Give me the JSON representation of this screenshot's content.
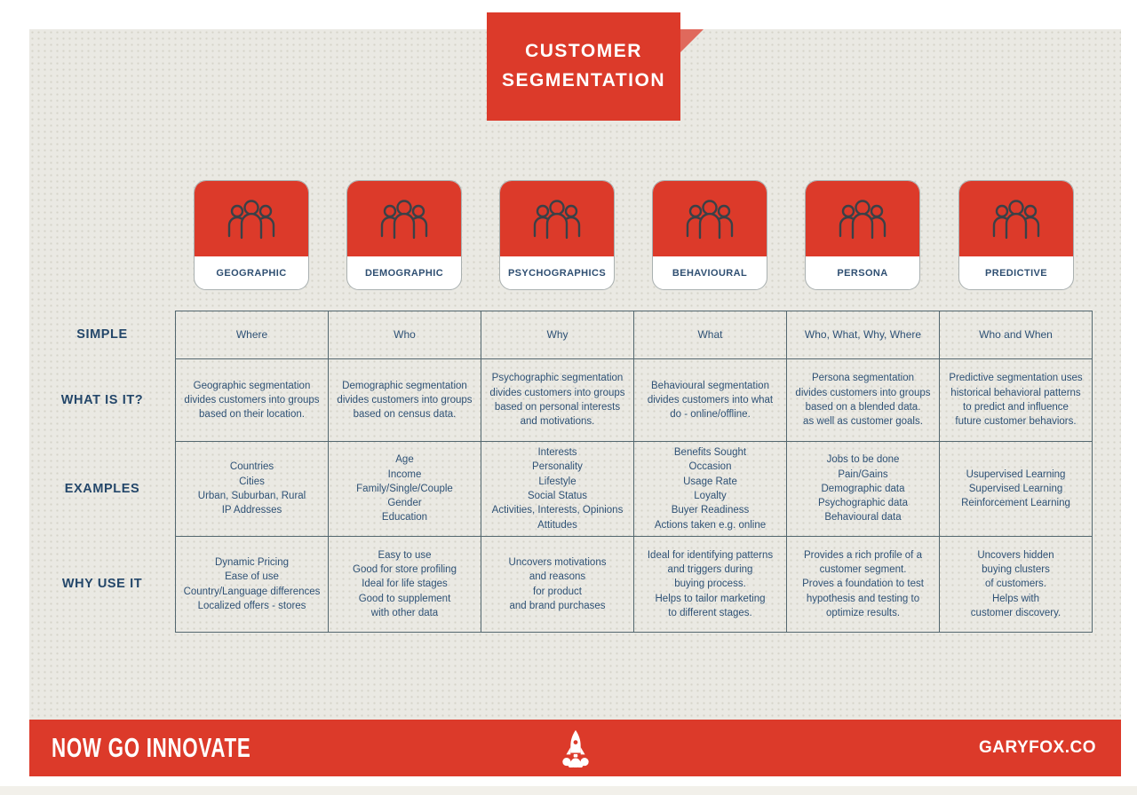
{
  "title": {
    "lines": [
      "CUSTOMER",
      "SEGMENTATION"
    ]
  },
  "row_labels": {
    "simple": "SIMPLE",
    "what": "WHAT IS IT?",
    "examples": "EXAMPLES",
    "why": "WHY USE IT"
  },
  "columns": [
    {
      "label": "GEOGRAPHIC",
      "icon": "people-group-icon",
      "simple": "Where",
      "what": [
        "Geographic segmentation",
        "divides customers into groups",
        "based on their location."
      ],
      "examples": [
        "Countries",
        "Cities",
        "Urban, Suburban, Rural",
        "IP Addresses"
      ],
      "why": [
        "Dynamic Pricing",
        "Ease of use",
        "Country/Language differences",
        "Localized offers - stores"
      ]
    },
    {
      "label": "DEMOGRAPHIC",
      "icon": "people-group-icon",
      "simple": "Who",
      "what": [
        "Demographic segmentation",
        "divides customers into groups",
        "based on census data."
      ],
      "examples": [
        "Age",
        "Income",
        "Family/Single/Couple",
        "Gender",
        "Education"
      ],
      "why": [
        "Easy to use",
        "Good for store profiling",
        "Ideal for life stages",
        "Good to supplement",
        "with other data"
      ]
    },
    {
      "label": "PSYCHOGRAPHICS",
      "icon": "people-group-icon",
      "simple": "Why",
      "what": [
        "Psychographic segmentation",
        "divides customers into groups",
        "based on personal interests",
        "and motivations."
      ],
      "examples": [
        "Interests",
        "Personality",
        "Lifestyle",
        "Social Status",
        "Activities, Interests, Opinions",
        "Attitudes"
      ],
      "why": [
        "Uncovers motivations",
        "and reasons",
        "for product",
        "and brand purchases"
      ]
    },
    {
      "label": "BEHAVIOURAL",
      "icon": "people-group-icon",
      "simple": "What",
      "what": [
        "Behavioural segmentation",
        "divides customers into what",
        "do - online/offline."
      ],
      "examples": [
        "Benefits Sought",
        "Occasion",
        "Usage Rate",
        "Loyalty",
        "Buyer Readiness",
        "Actions taken e.g. online"
      ],
      "why": [
        "Ideal for identifying patterns",
        "and triggers during",
        "buying process.",
        "Helps to tailor marketing",
        "to different stages."
      ]
    },
    {
      "label": "PERSONA",
      "icon": "people-group-icon",
      "simple": "Who, What, Why, Where",
      "what": [
        "Persona segmentation",
        "divides customers into groups",
        "based on a blended data.",
        "as well as customer goals."
      ],
      "examples": [
        "Jobs to be done",
        "Pain/Gains",
        "Demographic data",
        "Psychographic data",
        "Behavioural data"
      ],
      "why": [
        "Provides a rich profile of a",
        "customer segment.",
        "Proves a foundation to test",
        "hypothesis and testing to",
        "optimize results."
      ]
    },
    {
      "label": "PREDICTIVE",
      "icon": "people-group-icon",
      "simple": "Who and When",
      "what": [
        "Predictive segmentation uses",
        "historical behavioral patterns",
        "to predict and influence",
        "future customer behaviors."
      ],
      "examples": [
        "Usupervised Learning",
        "Supervised Learning",
        "Reinforcement Learning"
      ],
      "why": [
        "Uncovers hidden",
        "buying clusters",
        "of customers.",
        "Helps with",
        "customer discovery."
      ]
    }
  ],
  "footer": {
    "tagline": "NOW GO INNOVATE",
    "site": "GARYFOX.CO",
    "rocket_icon": "rocket-icon"
  },
  "colors": {
    "red": "#dc3a2a",
    "red_fold": "#e0695c",
    "navy_text": "#2e5175",
    "panel_grey": "#eae9e3"
  }
}
